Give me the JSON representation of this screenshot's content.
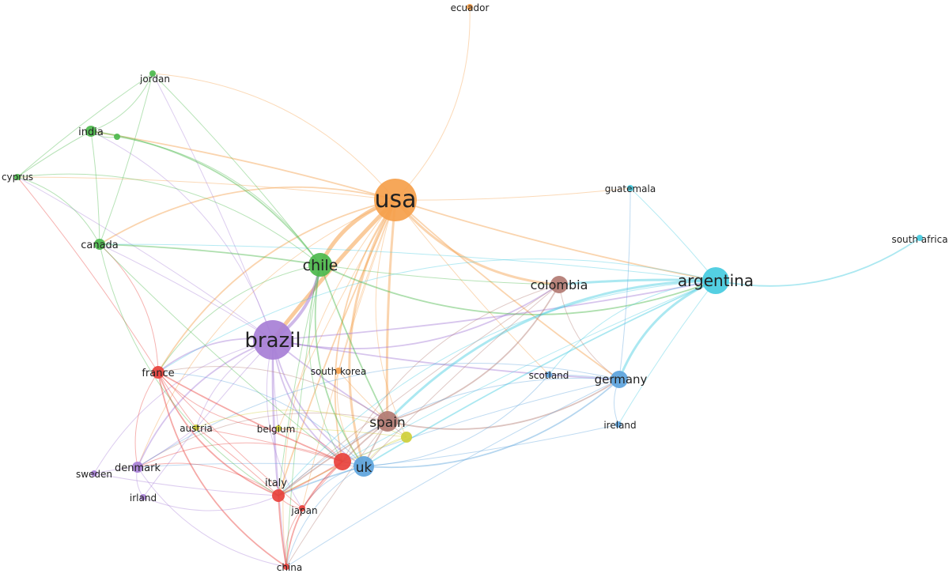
{
  "colors": {
    "green": "#4cb84c",
    "orange": "#f5a04b",
    "purple": "#a77fd6",
    "red": "#e8413c",
    "blue": "#5ca3dc",
    "cyan": "#45cbe0",
    "brown": "#b27a72",
    "olive": "#cfcf3a"
  },
  "nodes": [
    {
      "id": "usa",
      "label": "usa",
      "cluster": "orange",
      "weight": 10
    },
    {
      "id": "brazil",
      "label": "brazil",
      "cluster": "purple",
      "weight": 9
    },
    {
      "id": "argentina",
      "label": "argentina",
      "cluster": "cyan",
      "weight": 7
    },
    {
      "id": "chile",
      "label": "chile",
      "cluster": "green",
      "weight": 6
    },
    {
      "id": "colombia",
      "label": "colombia",
      "cluster": "brown",
      "weight": 4
    },
    {
      "id": "spain",
      "label": "spain",
      "cluster": "brown",
      "weight": 5
    },
    {
      "id": "uk",
      "label": "uk",
      "cluster": "blue",
      "weight": 5
    },
    {
      "id": "germany",
      "label": "germany",
      "cluster": "blue",
      "weight": 4
    },
    {
      "id": "france",
      "label": "france",
      "cluster": "red",
      "weight": 3
    },
    {
      "id": "italy",
      "label": "italy",
      "cluster": "red",
      "weight": 3
    },
    {
      "id": "redhub",
      "label": "",
      "cluster": "red",
      "weight": 4
    },
    {
      "id": "denmark",
      "label": "denmark",
      "cluster": "purple",
      "weight": 2
    },
    {
      "id": "canada",
      "label": "canada",
      "cluster": "green",
      "weight": 2
    },
    {
      "id": "india",
      "label": "india",
      "cluster": "green",
      "weight": 2
    },
    {
      "id": "jordan",
      "label": "jordan",
      "cluster": "green",
      "weight": 1
    },
    {
      "id": "green2",
      "label": "",
      "cluster": "green",
      "weight": 1
    },
    {
      "id": "cyprus",
      "label": "cyprus",
      "cluster": "green",
      "weight": 1
    },
    {
      "id": "ecuador",
      "label": "ecuador",
      "cluster": "orange",
      "weight": 1
    },
    {
      "id": "southkorea",
      "label": "south korea",
      "cluster": "orange",
      "weight": 1
    },
    {
      "id": "guatemala",
      "label": "guatemala",
      "cluster": "cyan",
      "weight": 1
    },
    {
      "id": "southafrica",
      "label": "south africa",
      "cluster": "cyan",
      "weight": 1
    },
    {
      "id": "scotland",
      "label": "scotland",
      "cluster": "blue",
      "weight": 1
    },
    {
      "id": "ireland",
      "label": "ireland",
      "cluster": "blue",
      "weight": 1
    },
    {
      "id": "olive",
      "label": "",
      "cluster": "olive",
      "weight": 2
    },
    {
      "id": "austria",
      "label": "austria",
      "cluster": "olive",
      "weight": 1
    },
    {
      "id": "belgium",
      "label": "belgium",
      "cluster": "olive",
      "weight": 1
    },
    {
      "id": "sweden",
      "label": "sweden",
      "cluster": "purple",
      "weight": 1
    },
    {
      "id": "irland",
      "label": "irland",
      "cluster": "purple",
      "weight": 1
    },
    {
      "id": "japan",
      "label": "japan",
      "cluster": "red",
      "weight": 1
    },
    {
      "id": "china",
      "label": "china",
      "cluster": "red",
      "weight": 1
    }
  ],
  "edges": [
    [
      "usa",
      "brazil",
      5
    ],
    [
      "usa",
      "chile",
      5
    ],
    [
      "usa",
      "argentina",
      2
    ],
    [
      "usa",
      "colombia",
      3
    ],
    [
      "usa",
      "spain",
      3
    ],
    [
      "usa",
      "uk",
      3
    ],
    [
      "usa",
      "germany",
      2
    ],
    [
      "usa",
      "france",
      2
    ],
    [
      "usa",
      "italy",
      2
    ],
    [
      "usa",
      "canada",
      2
    ],
    [
      "usa",
      "india",
      2
    ],
    [
      "usa",
      "jordan",
      1
    ],
    [
      "usa",
      "cyprus",
      1
    ],
    [
      "usa",
      "ecuador",
      1
    ],
    [
      "usa",
      "guatemala",
      1
    ],
    [
      "usa",
      "redhub",
      2
    ],
    [
      "usa",
      "southkorea",
      1
    ],
    [
      "usa",
      "denmark",
      1
    ],
    [
      "usa",
      "scotland",
      1
    ],
    [
      "usa",
      "china",
      1
    ],
    [
      "usa",
      "japan",
      1
    ],
    [
      "usa",
      "olive",
      1
    ],
    [
      "usa",
      "belgium",
      1
    ],
    [
      "brazil",
      "chile",
      4
    ],
    [
      "brazil",
      "argentina",
      2
    ],
    [
      "brazil",
      "colombia",
      2
    ],
    [
      "brazil",
      "spain",
      2
    ],
    [
      "brazil",
      "uk",
      2
    ],
    [
      "brazil",
      "germany",
      2
    ],
    [
      "brazil",
      "france",
      2
    ],
    [
      "brazil",
      "italy",
      2
    ],
    [
      "brazil",
      "denmark",
      2
    ],
    [
      "brazil",
      "canada",
      1
    ],
    [
      "brazil",
      "india",
      1
    ],
    [
      "brazil",
      "cyprus",
      1
    ],
    [
      "brazil",
      "redhub",
      2
    ],
    [
      "brazil",
      "china",
      1
    ],
    [
      "brazil",
      "austria",
      1
    ],
    [
      "brazil",
      "belgium",
      1
    ],
    [
      "brazil",
      "sweden",
      1
    ],
    [
      "brazil",
      "irland",
      1
    ],
    [
      "brazil",
      "japan",
      1
    ],
    [
      "brazil",
      "jordan",
      1
    ],
    [
      "chile",
      "argentina",
      2
    ],
    [
      "chile",
      "canada",
      2
    ],
    [
      "chile",
      "india",
      2
    ],
    [
      "chile",
      "jordan",
      1
    ],
    [
      "chile",
      "cyprus",
      1
    ],
    [
      "chile",
      "spain",
      2
    ],
    [
      "chile",
      "uk",
      2
    ],
    [
      "chile",
      "italy",
      1
    ],
    [
      "chile",
      "redhub",
      1
    ],
    [
      "chile",
      "colombia",
      1
    ],
    [
      "chile",
      "france",
      1
    ],
    [
      "chile",
      "china",
      1
    ],
    [
      "chile",
      "green2",
      1
    ],
    [
      "argentina",
      "colombia",
      3
    ],
    [
      "argentina",
      "spain",
      3
    ],
    [
      "argentina",
      "uk",
      2
    ],
    [
      "argentina",
      "germany",
      3
    ],
    [
      "argentina",
      "guatemala",
      1
    ],
    [
      "argentina",
      "southafrica",
      2
    ],
    [
      "argentina",
      "ireland",
      1
    ],
    [
      "argentina",
      "scotland",
      1
    ],
    [
      "argentina",
      "canada",
      1
    ],
    [
      "argentina",
      "italy",
      1
    ],
    [
      "argentina",
      "redhub",
      1
    ],
    [
      "argentina",
      "france",
      1
    ],
    [
      "spain",
      "uk",
      2
    ],
    [
      "spain",
      "germany",
      2
    ],
    [
      "spain",
      "italy",
      2
    ],
    [
      "spain",
      "france",
      1
    ],
    [
      "spain",
      "redhub",
      2
    ],
    [
      "spain",
      "colombia",
      2
    ],
    [
      "spain",
      "china",
      1
    ],
    [
      "spain",
      "denmark",
      1
    ],
    [
      "spain",
      "olive",
      1
    ],
    [
      "uk",
      "germany",
      2
    ],
    [
      "uk",
      "italy",
      2
    ],
    [
      "uk",
      "france",
      1
    ],
    [
      "uk",
      "redhub",
      2
    ],
    [
      "uk",
      "china",
      1
    ],
    [
      "uk",
      "ireland",
      1
    ],
    [
      "uk",
      "scotland",
      1
    ],
    [
      "uk",
      "denmark",
      1
    ],
    [
      "uk",
      "japan",
      1
    ],
    [
      "germany",
      "scotland",
      1
    ],
    [
      "germany",
      "ireland",
      1
    ],
    [
      "germany",
      "redhub",
      1
    ],
    [
      "germany",
      "italy",
      1
    ],
    [
      "germany",
      "china",
      1
    ],
    [
      "germany",
      "denmark",
      1
    ],
    [
      "germany",
      "guatemala",
      1
    ],
    [
      "france",
      "italy",
      2
    ],
    [
      "france",
      "redhub",
      2
    ],
    [
      "france",
      "china",
      2
    ],
    [
      "france",
      "japan",
      1
    ],
    [
      "france",
      "canada",
      1
    ],
    [
      "france",
      "cyprus",
      1
    ],
    [
      "france",
      "denmark",
      1
    ],
    [
      "france",
      "austria",
      1
    ],
    [
      "france",
      "belgium",
      1
    ],
    [
      "italy",
      "china",
      2
    ],
    [
      "italy",
      "japan",
      1
    ],
    [
      "italy",
      "redhub",
      2
    ],
    [
      "italy",
      "denmark",
      1
    ],
    [
      "italy",
      "austria",
      1
    ],
    [
      "redhub",
      "china",
      2
    ],
    [
      "redhub",
      "japan",
      1
    ],
    [
      "redhub",
      "denmark",
      1
    ],
    [
      "redhub",
      "austria",
      1
    ],
    [
      "redhub",
      "belgium",
      1
    ],
    [
      "denmark",
      "sweden",
      1
    ],
    [
      "denmark",
      "irland",
      1
    ],
    [
      "denmark",
      "austria",
      1
    ],
    [
      "denmark",
      "china",
      1
    ],
    [
      "canada",
      "india",
      1
    ],
    [
      "canada",
      "cyprus",
      1
    ],
    [
      "canada",
      "jordan",
      1
    ],
    [
      "canada",
      "italy",
      1
    ],
    [
      "canada",
      "redhub",
      1
    ],
    [
      "india",
      "jordan",
      1
    ],
    [
      "india",
      "cyprus",
      1
    ],
    [
      "india",
      "green2",
      1
    ],
    [
      "jordan",
      "cyprus",
      1
    ],
    [
      "olive",
      "austria",
      1
    ],
    [
      "olive",
      "belgium",
      1
    ],
    [
      "olive",
      "uk",
      1
    ],
    [
      "olive",
      "italy",
      1
    ],
    [
      "colombia",
      "germany",
      1
    ],
    [
      "colombia",
      "uk",
      1
    ],
    [
      "colombia",
      "redhub",
      1
    ],
    [
      "colombia",
      "italy",
      1
    ],
    [
      "irland",
      "italy",
      1
    ],
    [
      "sweden",
      "italy",
      1
    ],
    [
      "japan",
      "china",
      1
    ],
    [
      "southkorea",
      "spain",
      1
    ],
    [
      "southkorea",
      "uk",
      1
    ]
  ]
}
